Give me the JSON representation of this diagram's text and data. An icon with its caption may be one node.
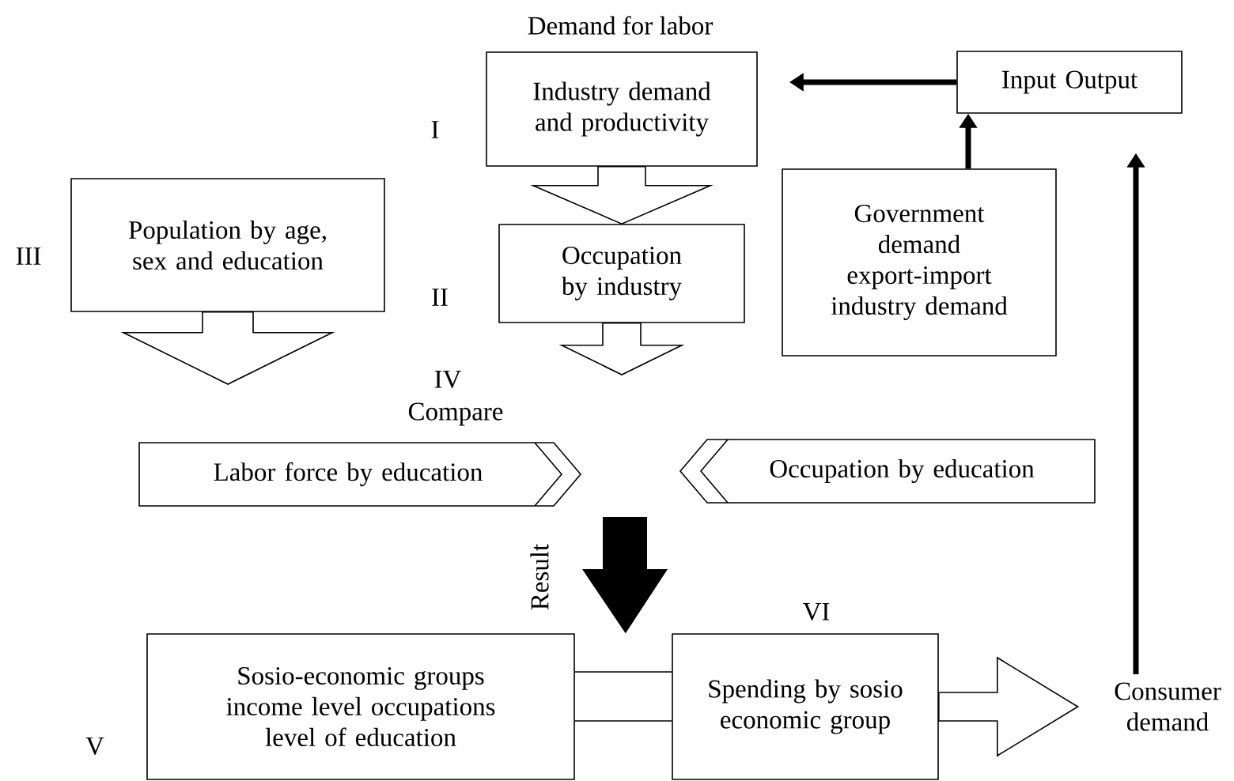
{
  "diagram": {
    "nodes": [
      {
        "text": [
          "Industry demand and productivity"
        ],
        "beside": [
          "Demand for labor"
        ]
      },
      {
        "text": [
          "Input Output"
        ]
      },
      {
        "text": [
          "Population by age, sex and education"
        ]
      },
      {
        "text": [
          "Occupation by industry"
        ]
      },
      {
        "text": [
          "Government demand export-import industry demand"
        ]
      },
      {
        "text": [
          "Labor force by education"
        ]
      },
      {
        "text": [
          "Occupation by education"
        ]
      },
      {
        "text": [
          "Sosio-economic groups income level occupations level of education"
        ]
      },
      {
        "text": [
          "Spending by sosio economic group"
        ]
      },
      {
        "text": [
          "Consumer demand"
        ]
      }
    ],
    "edges": [
      {
        "from": 1,
        "to": 0,
        "arrow": "to"
      },
      {
        "from": 4,
        "to": 1,
        "arrow": "to"
      },
      {
        "from": 0,
        "to": 3,
        "arrow": "to"
      },
      {
        "from": 2,
        "to": null,
        "arrow": "to"
      },
      {
        "from": 3,
        "to": null,
        "arrow": "to"
      },
      {
        "from": null,
        "to": 7,
        "arrow": "to",
        "label": "Result"
      },
      {
        "from": 7,
        "to": 8,
        "arrow": "none"
      },
      {
        "from": 8,
        "to": 9,
        "arrow": "to"
      },
      {
        "from": 9,
        "to": 1,
        "arrow": "to"
      }
    ],
    "labels": [
      "I",
      "III",
      "II",
      "IV",
      "Compare",
      "VI",
      "V"
    ]
  }
}
